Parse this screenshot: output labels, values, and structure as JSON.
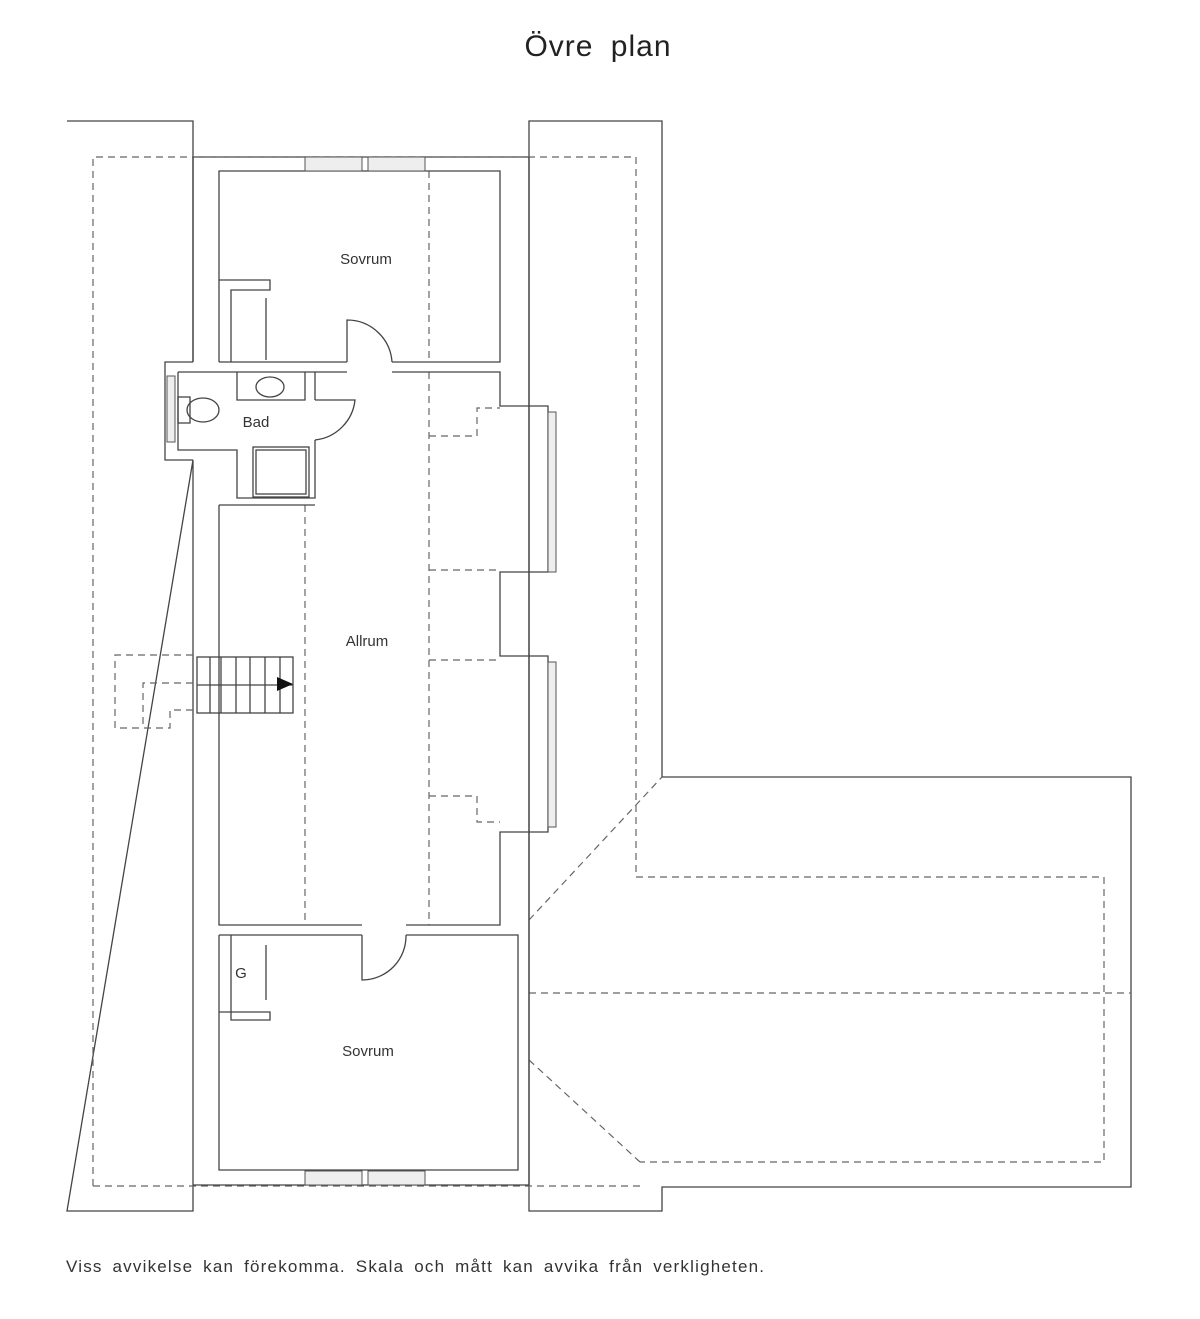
{
  "title": "Övre plan",
  "rooms": {
    "bedroom_top": "Sovrum",
    "bathroom": "Bad",
    "living": "Allrum",
    "closet": "G",
    "bedroom_bottom": "Sovrum"
  },
  "disclaimer": "Viss avvikelse kan förekomma. Skala och mått kan avvika från verkligheten."
}
